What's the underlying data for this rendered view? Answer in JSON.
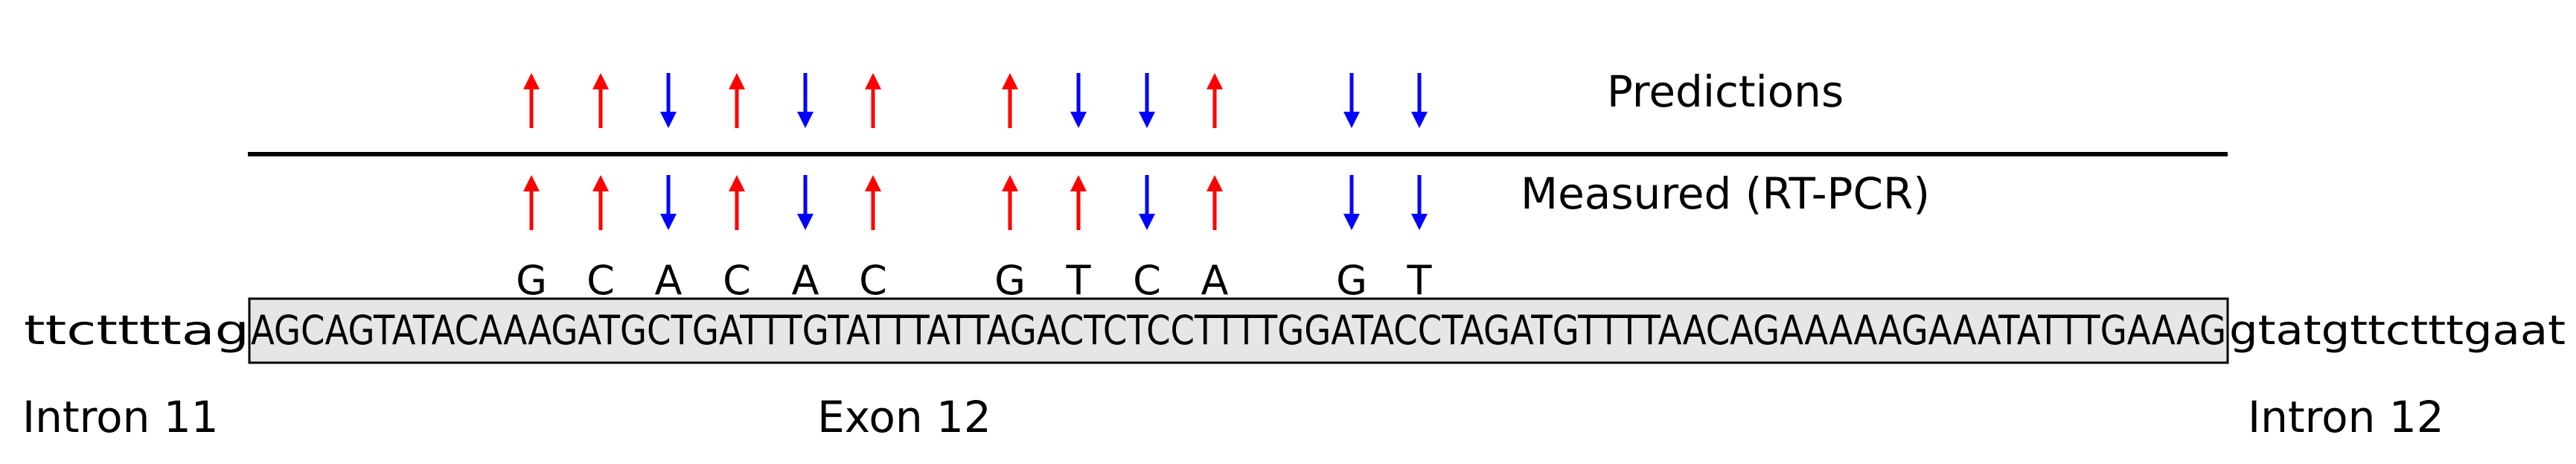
{
  "predictions_label": "Predictions",
  "measured_label": "Measured (RT-PCR)",
  "intron_left_label": "Intron 11",
  "exon_label": "Exon 12",
  "intron_right_label": "Intron 12",
  "intron_left_seq": "ttcttttag",
  "exon_seq": "AGCAGTATACAAAGATGCTGATTTGTATTTATTAGACTCTCCTTTTGGATACCTAGATGTTTTAACAGAAAAAGAAATATTTGAAAG",
  "intron_right_seq": "gtatgttctttgaat",
  "colors": {
    "up": "#ff0000",
    "down": "#0000ff",
    "exon_fill": "#e6e6e6"
  },
  "sites": [
    {
      "base": "G",
      "prediction": "up",
      "measured": "up"
    },
    {
      "base": "C",
      "prediction": "up",
      "measured": "up"
    },
    {
      "base": "A",
      "prediction": "down",
      "measured": "down"
    },
    {
      "base": "C",
      "prediction": "up",
      "measured": "up"
    },
    {
      "base": "A",
      "prediction": "down",
      "measured": "down"
    },
    {
      "base": "C",
      "prediction": "up",
      "measured": "up"
    },
    {
      "base": "G",
      "prediction": "up",
      "measured": "up"
    },
    {
      "base": "T",
      "prediction": "down",
      "measured": "up"
    },
    {
      "base": "C",
      "prediction": "down",
      "measured": "down"
    },
    {
      "base": "A",
      "prediction": "up",
      "measured": "up"
    },
    {
      "base": "G",
      "prediction": "down",
      "measured": "down"
    },
    {
      "base": "T",
      "prediction": "down",
      "measured": "down"
    }
  ]
}
